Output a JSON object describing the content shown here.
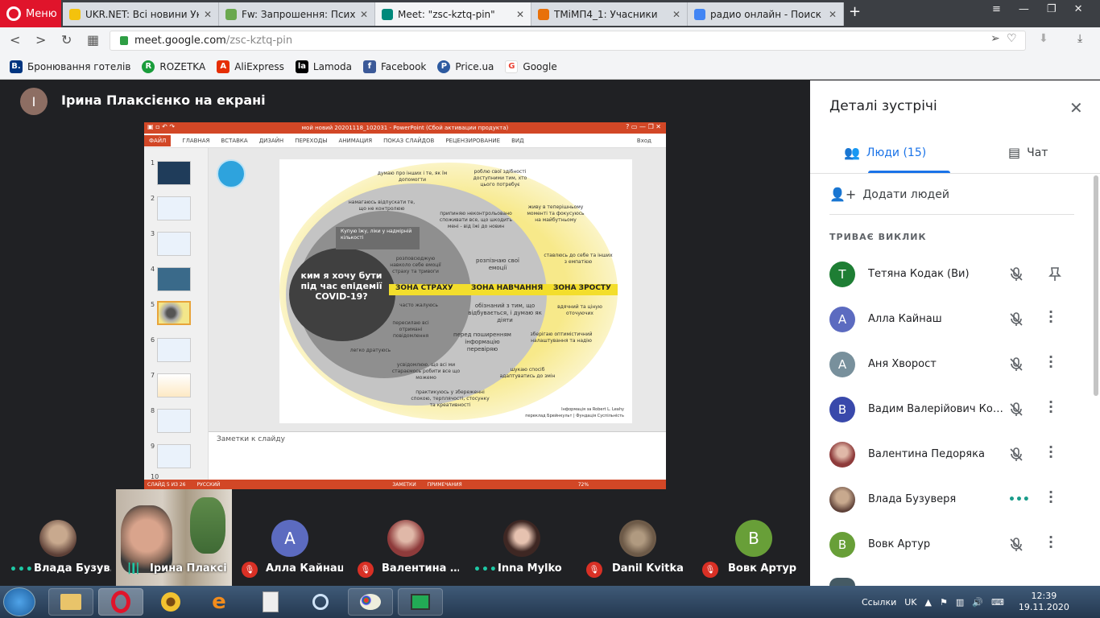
{
  "browser": {
    "menu_label": "Меню",
    "tabs": [
      {
        "title": "UKR.NET: Всі новини Укра",
        "icon_color": "#f4c20d"
      },
      {
        "title": "Fw: Запрошення: Психоло",
        "icon_color": "#6aa84f"
      },
      {
        "title": "Meet: \"zsc-kztq-pin\"",
        "icon_color": "#00897b",
        "active": true
      },
      {
        "title": "ТМіМП4_1: Учасники",
        "icon_color": "#e8710a"
      },
      {
        "title": "радио онлайн - Поиск в G",
        "icon_color": "#4285f4"
      }
    ],
    "url_domain": "meet.google.com",
    "url_path": "/zsc-kztq-pin",
    "bookmarks": [
      {
        "label": "Бронювання готелів",
        "icon": "booking-icon",
        "color": "#003580",
        "glyph": "B."
      },
      {
        "label": "ROZETKA",
        "icon": "rozetka-icon",
        "color": "#1a9d3b",
        "glyph": "R"
      },
      {
        "label": "AliExpress",
        "icon": "aliexpress-icon",
        "color": "#e62e04",
        "glyph": "A"
      },
      {
        "label": "Lamoda",
        "icon": "lamoda-icon",
        "color": "#000000",
        "glyph": "la"
      },
      {
        "label": "Facebook",
        "icon": "facebook-icon",
        "color": "#3b5998",
        "glyph": "f"
      },
      {
        "label": "Price.ua",
        "icon": "priceua-icon",
        "color": "#2d5aa0",
        "glyph": "P"
      },
      {
        "label": "Google",
        "icon": "google-icon",
        "color": "#ea4335",
        "glyph": "G"
      }
    ]
  },
  "presenter": {
    "initial": "І",
    "title": "Ірина Плаксієнко на екрані"
  },
  "ppt": {
    "window_title": "мой новий 20201118_102031 - PowerPoint (Сбой активации продукта)",
    "file_tab": "ФАЙЛ",
    "ribbon_tabs": [
      "ГЛАВНАЯ",
      "ВСТАВКА",
      "ДИЗАЙН",
      "ПЕРЕХОДЫ",
      "АНИМАЦИЯ",
      "ПОКАЗ СЛАЙДОВ",
      "РЕЦЕНЗИРОВАНИЕ",
      "ВИД"
    ],
    "signin": "Вход",
    "thumb_numbers": [
      "1",
      "2",
      "3",
      "4",
      "5",
      "6",
      "7",
      "8",
      "9",
      "10"
    ],
    "notes_placeholder": "Заметки к слайду",
    "status_slide": "СЛАЙД 5 ИЗ 26",
    "status_lang": "РУССКИЙ",
    "status_notes": "ЗАМЕТКИ",
    "status_comments": "ПРИМЕЧАНИЯ",
    "zoom": "72%",
    "slide": {
      "center_question": "ким я хочу бути під час епідемії COVID-19?",
      "zone_fear": "ЗОНА СТРАХУ",
      "zone_learning": "ЗОНА НАВЧАННЯ",
      "zone_growth": "ЗОНА ЗРОСТУ",
      "fear_items": [
        "Купую їжу, ліки у надмірній кількості",
        "розповсюджую навколо себе емоції страху та тривоги",
        "часто жалуюсь",
        "пересилаю всі отримані повідомлення",
        "легко дратуюсь"
      ],
      "learning_items": [
        "намагаюсь відпускати те, що не контролюю",
        "припиняю неконтрольовано споживати все, що шкодить мені - від їжі до новин",
        "розпізнаю свої емоції",
        "обізнаний з тим, що відбувається, і думаю як діяти",
        "перед поширенням інформацію перевіряю",
        "усвідомлюю, що всі ми стараємось робити все що можемо"
      ],
      "growth_items": [
        "думаю про інших і те, як їм допомогти",
        "роблю свої здібності доступними тим, хто цього потребує",
        "живу в теперішньому моменті та фокусуюсь на майбутньому",
        "ставлюсь до себе та інших з емпатією",
        "вдячний та ціную оточуючих",
        "зберігаю оптимістичний налаштування та надію",
        "шукаю спосіб адаптуватись до змін",
        "практикуюсь у збереженні спокою, терплячості, стосунку та креативності"
      ],
      "credit_line1": "Інформація за Robert L. Leahy",
      "credit_line2": "переклад Брейнкульт | Фундація Суспільність"
    }
  },
  "strip": [
    {
      "name": "Влада Бузув…",
      "status": "speaking",
      "avatar_color": "#5d4037",
      "photo": true
    },
    {
      "name": "Ірина Плаксі…",
      "status": "audio",
      "video": true
    },
    {
      "name": "Алла Кайнаш",
      "status": "muted",
      "initial": "А",
      "avatar_color": "#5c6bc0"
    },
    {
      "name": "Валентина …",
      "status": "muted",
      "avatar_color": "#8e3b3b",
      "photo": true
    },
    {
      "name": "Inna Mylko",
      "status": "speaking",
      "avatar_color": "#3e2723",
      "photo": true
    },
    {
      "name": "Danil Kvitka",
      "status": "muted",
      "avatar_color": "#8d6e63",
      "photo": true
    },
    {
      "name": "Вовк Артур",
      "status": "muted",
      "initial": "В",
      "avatar_color": "#689f38"
    }
  ],
  "panel": {
    "title": "Деталі зустрічі",
    "tab_people": "Люди (15)",
    "tab_chat": "Чат",
    "add_people": "Додати людей",
    "section": "ТРИВАЄ ВИКЛИК",
    "people": [
      {
        "name": "Тетяна Кодак (Ви)",
        "initial": "Т",
        "color": "#1e7e34",
        "mic": "off",
        "action": "pin"
      },
      {
        "name": "Алла Кайнаш",
        "initial": "А",
        "color": "#5c6bc0",
        "mic": "off",
        "action": "more"
      },
      {
        "name": "Аня Хворост",
        "initial": "А",
        "color": "#78909c",
        "mic": "off",
        "action": "more"
      },
      {
        "name": "Вадим Валерійович Ко…",
        "initial": "В",
        "color": "#3949ab",
        "mic": "off",
        "action": "more"
      },
      {
        "name": "Валентина Педоряка",
        "initial": "",
        "color": "#8e3b3b",
        "mic": "off",
        "action": "more",
        "photo": true
      },
      {
        "name": "Влада Бузуверя",
        "initial": "",
        "color": "#5d4037",
        "mic": "speaking",
        "action": "more",
        "photo": true
      },
      {
        "name": "Вовк Артур",
        "initial": "В",
        "color": "#689f38",
        "mic": "off",
        "action": "more"
      }
    ]
  },
  "taskbar": {
    "links_label": "Ссылки",
    "lang": "UK",
    "time": "12:39",
    "date": "19.11.2020"
  }
}
